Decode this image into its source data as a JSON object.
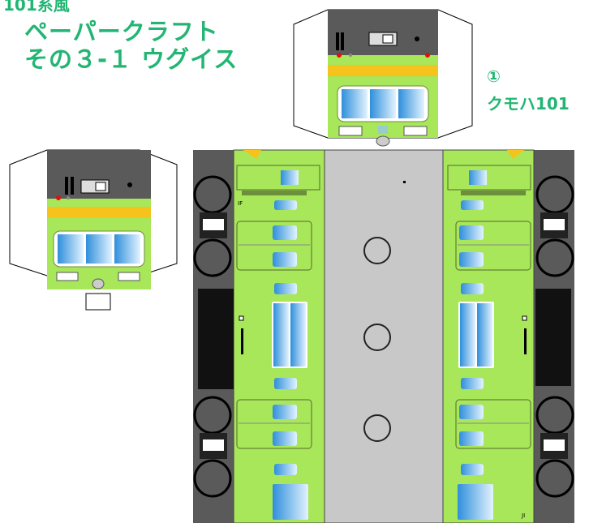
{
  "header": {
    "line1": "101系風",
    "line2": "ペーパークラフト",
    "line3": "その３-１ ウグイス"
  },
  "car": {
    "number": "①",
    "name": "クモハ101"
  },
  "colors": {
    "body_green": "#a8e65a",
    "yellow_stripe": "#f6c21c",
    "roof_gray": "#c8c8c8",
    "dark_panel": "#5a5a5a",
    "window_blue": "#4aa3e0",
    "title_green": "#22b573"
  },
  "labels": {
    "end_mark_left": "IF",
    "end_mark_right": "JI"
  }
}
